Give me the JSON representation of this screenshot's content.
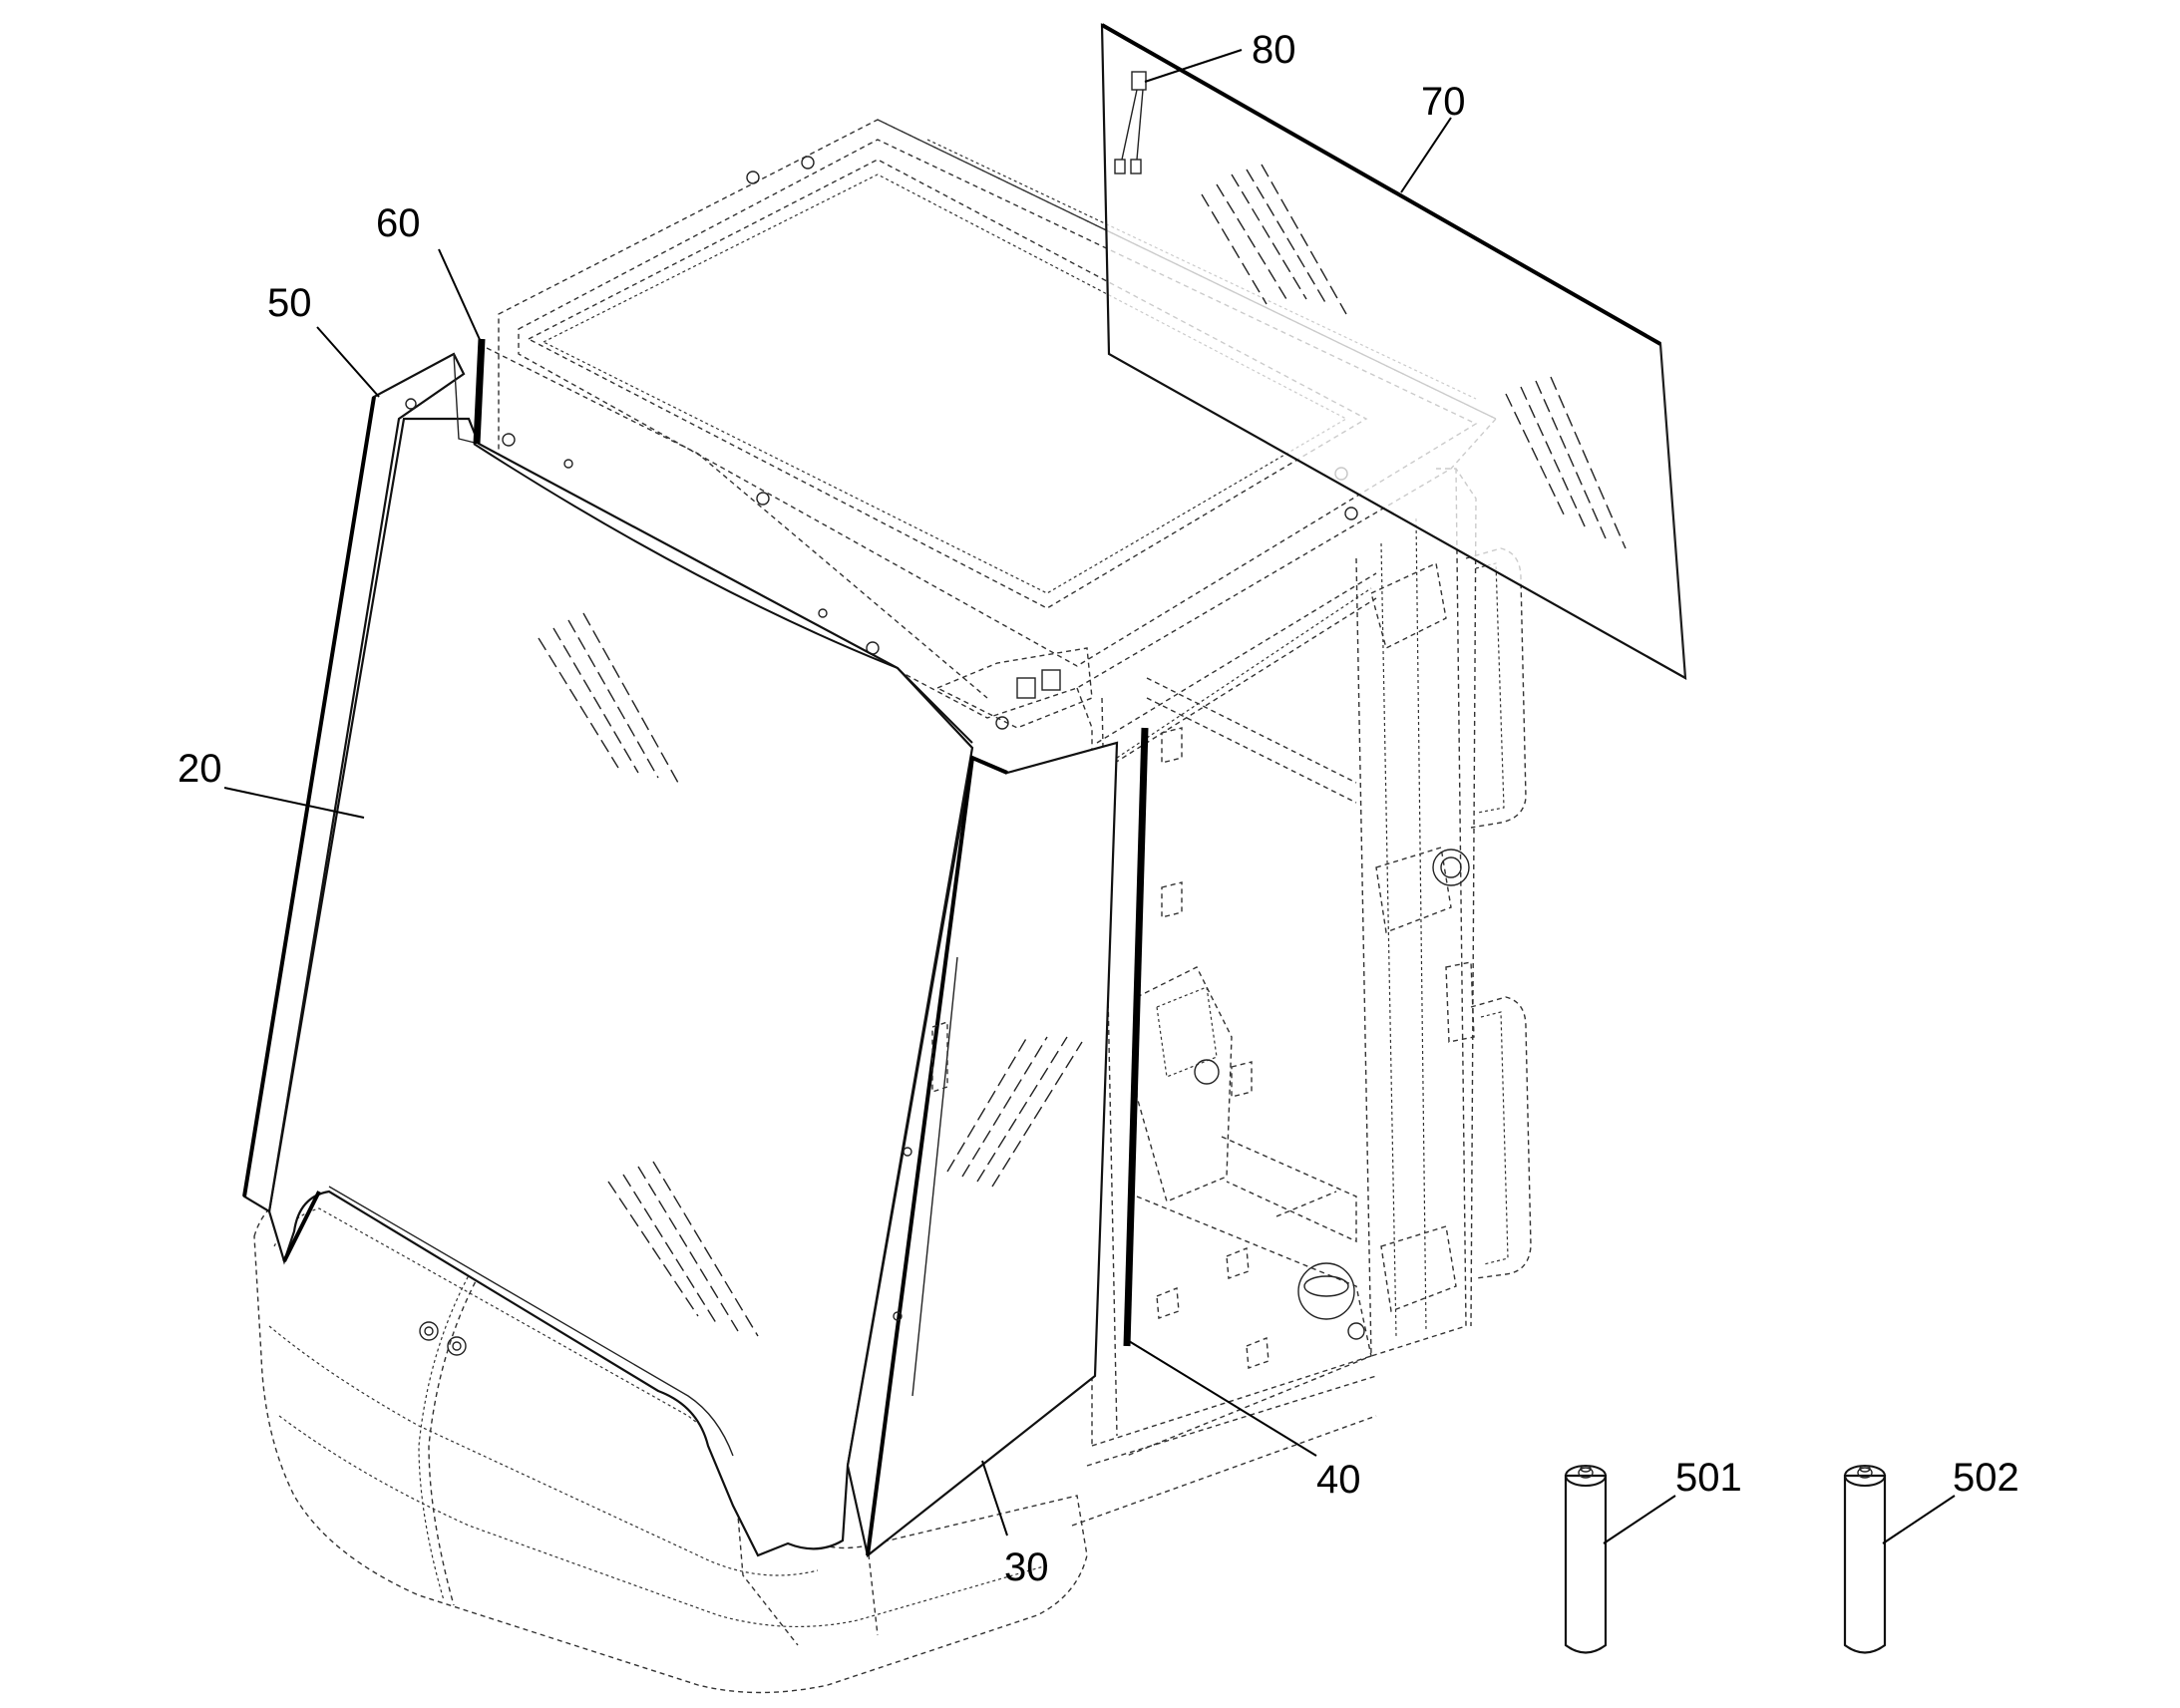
{
  "figure": {
    "labels": [
      {
        "id": "ref-80",
        "text": "80"
      },
      {
        "id": "ref-70",
        "text": "70"
      },
      {
        "id": "ref-60",
        "text": "60"
      },
      {
        "id": "ref-50",
        "text": "50"
      },
      {
        "id": "ref-20",
        "text": "20"
      },
      {
        "id": "ref-40",
        "text": "40"
      },
      {
        "id": "ref-30",
        "text": "30"
      },
      {
        "id": "ref-501",
        "text": "501"
      },
      {
        "id": "ref-502",
        "text": "502"
      }
    ]
  }
}
